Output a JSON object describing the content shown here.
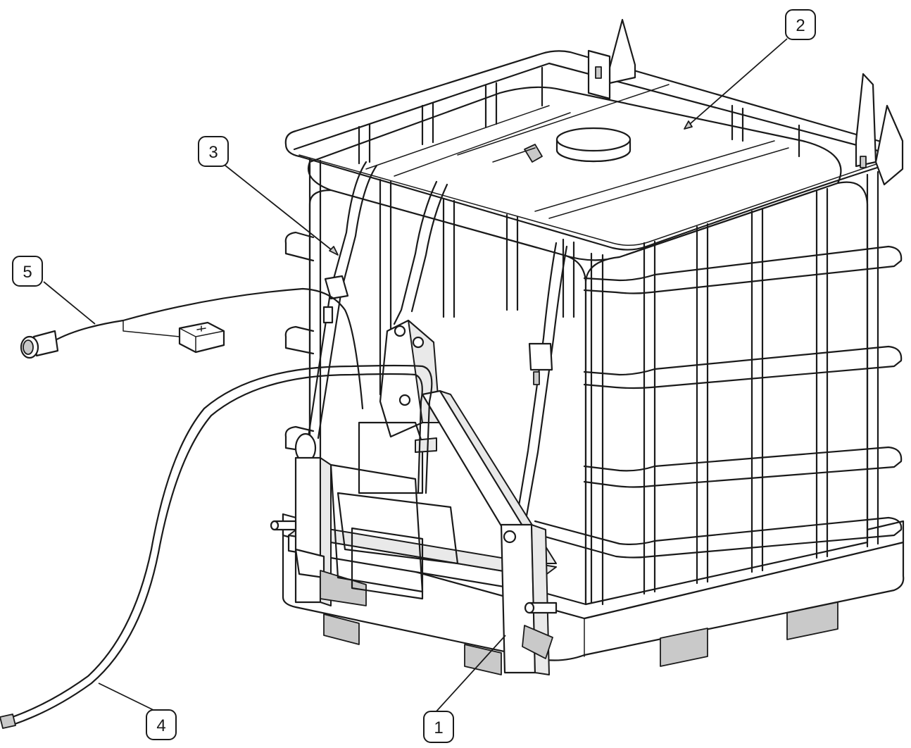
{
  "callouts": [
    {
      "id": "1",
      "label": "1"
    },
    {
      "id": "2",
      "label": "2"
    },
    {
      "id": "3",
      "label": "3"
    },
    {
      "id": "4",
      "label": "4"
    },
    {
      "id": "5",
      "label": "5"
    }
  ],
  "colors": {
    "line": "#1a1a1a",
    "fill": "#ffffff",
    "shade": "#e9e9e9"
  }
}
